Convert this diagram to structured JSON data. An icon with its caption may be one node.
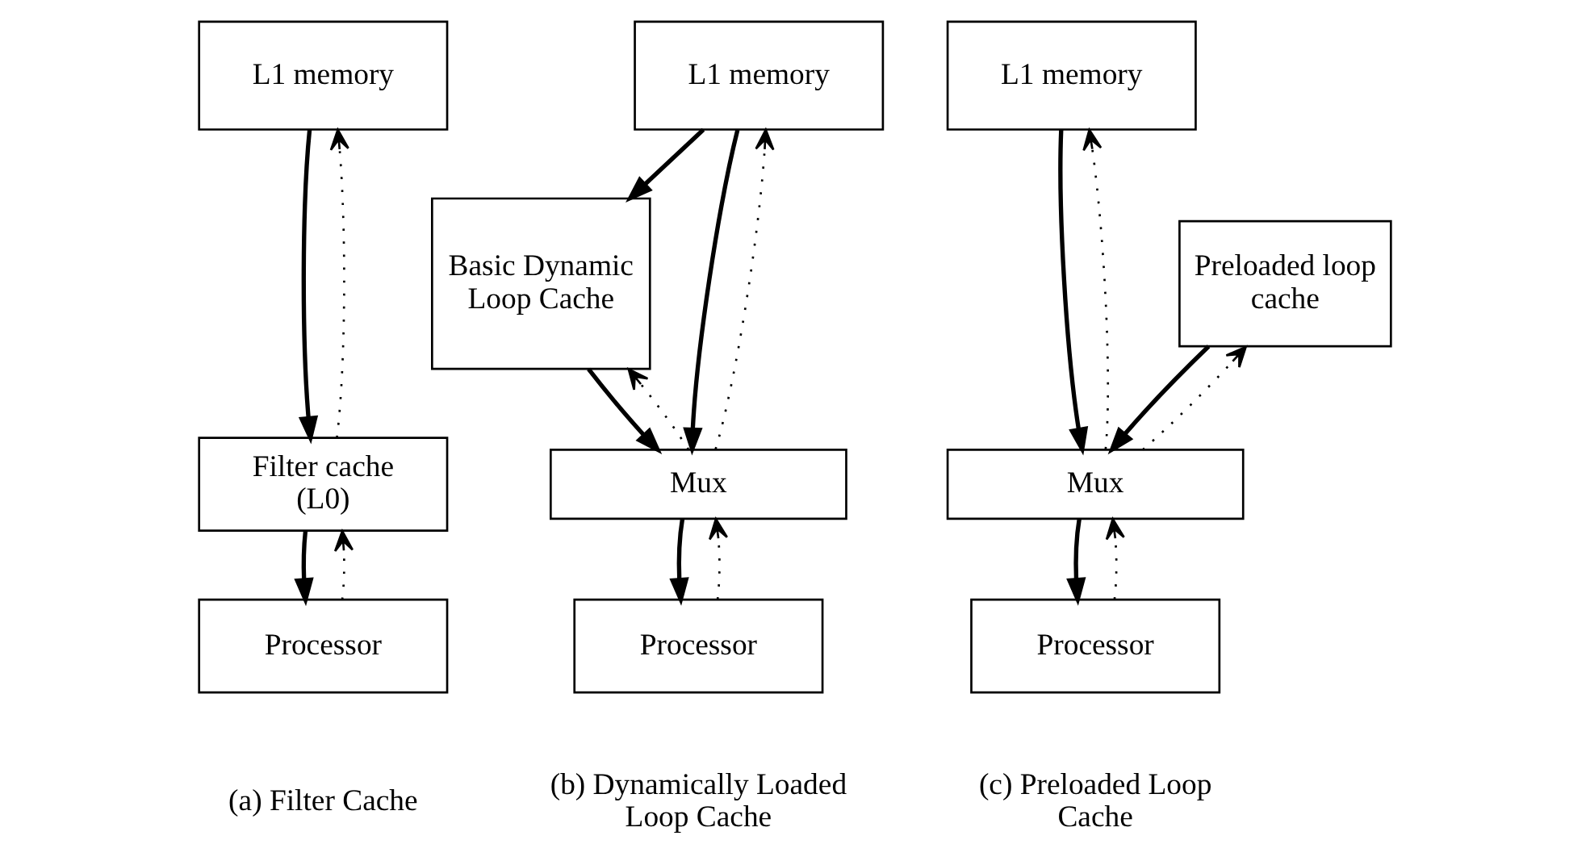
{
  "diagram": {
    "nodes": [
      {
        "text": [
          "L1 memory"
        ]
      },
      {
        "text": [
          "Filter cache (L0)"
        ]
      },
      {
        "text": [
          "Processor"
        ]
      },
      {
        "text": [
          "L1 memory"
        ]
      },
      {
        "text": [
          "Basic Dynamic Loop Cache"
        ]
      },
      {
        "text": [
          "Mux"
        ]
      },
      {
        "text": [
          "Processor"
        ]
      },
      {
        "text": [
          "L1 memory"
        ]
      },
      {
        "text": [
          "Preloaded loop cache"
        ]
      },
      {
        "text": [
          "Mux"
        ]
      },
      {
        "text": [
          "Processor"
        ]
      }
    ],
    "edges": [
      {
        "from": 0,
        "to": 1,
        "arrow": "to"
      },
      {
        "from": 1,
        "to": 0,
        "arrow": "to",
        "style": "dashed"
      },
      {
        "from": 1,
        "to": 2,
        "arrow": "to"
      },
      {
        "from": 2,
        "to": 1,
        "arrow": "to",
        "style": "dashed"
      },
      {
        "from": 3,
        "to": 5,
        "arrow": "to"
      },
      {
        "from": 3,
        "to": 4,
        "arrow": "to"
      },
      {
        "from": 5,
        "to": 3,
        "arrow": "to",
        "style": "dashed"
      },
      {
        "from": 4,
        "to": 5,
        "arrow": "to"
      },
      {
        "from": 5,
        "to": 4,
        "arrow": "to",
        "style": "dashed"
      },
      {
        "from": 5,
        "to": 6,
        "arrow": "to"
      },
      {
        "from": 6,
        "to": 5,
        "arrow": "to",
        "style": "dashed"
      },
      {
        "from": 7,
        "to": 9,
        "arrow": "to"
      },
      {
        "from": 9,
        "to": 7,
        "arrow": "to",
        "style": "dashed"
      },
      {
        "from": 8,
        "to": 9,
        "arrow": "to"
      },
      {
        "from": 9,
        "to": 8,
        "arrow": "to",
        "style": "dashed"
      },
      {
        "from": 9,
        "to": 10,
        "arrow": "to"
      },
      {
        "from": 10,
        "to": 9,
        "arrow": "to",
        "style": "dashed"
      }
    ],
    "labels": [
      "(a) Filter Cache",
      "(b) Dynamically Loaded Loop Cache",
      "(c) Preloaded Loop Cache"
    ]
  }
}
